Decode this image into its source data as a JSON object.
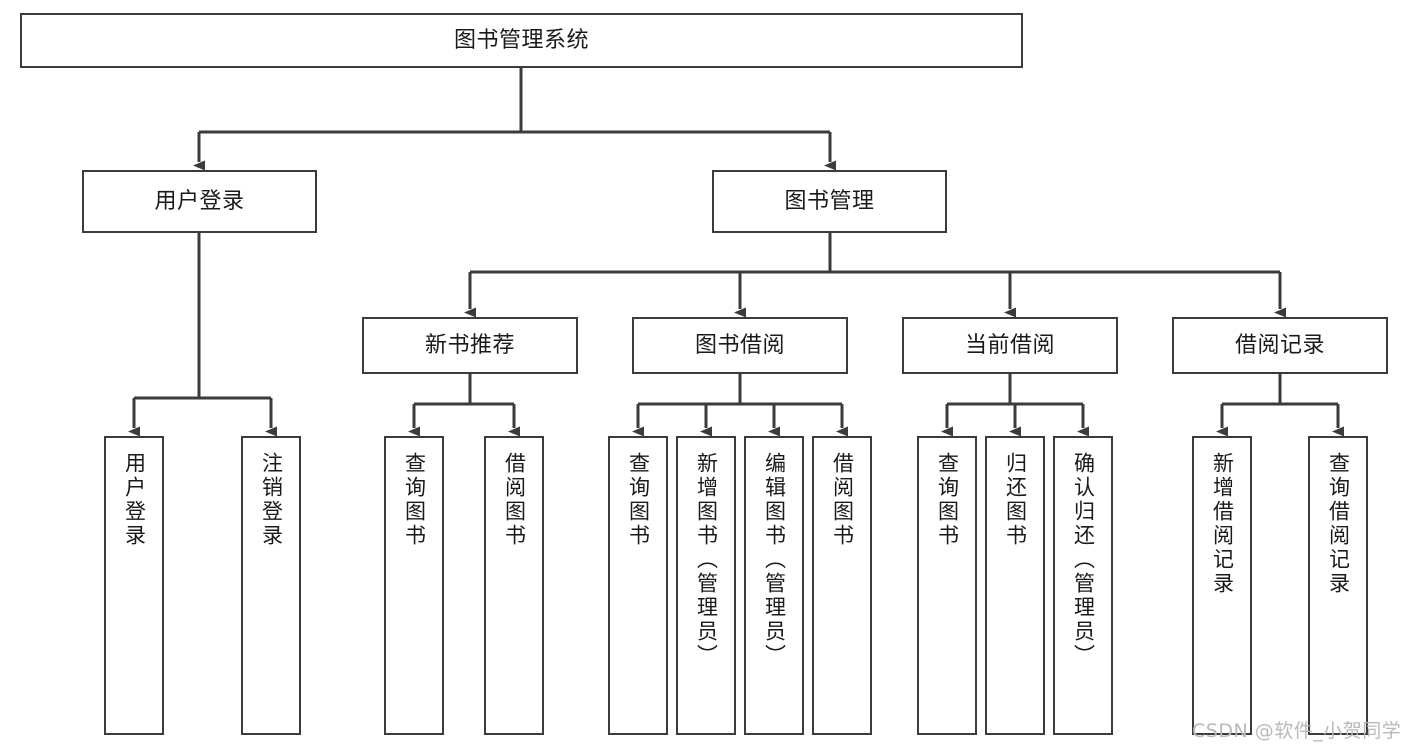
{
  "diagram": {
    "type": "hierarchy-tree",
    "title": "图书管理系统",
    "watermark": "CSDN @软件_小贺同学",
    "colors": {
      "box_border": "#3b3b3b",
      "box_fill": "#ffffff",
      "edge": "#3b3b3b",
      "text": "#1a1a1a",
      "watermark": "#b9b9b9",
      "background": "#ffffff"
    },
    "nodes": {
      "root": {
        "label": "图书管理系统"
      },
      "level2": [
        {
          "id": "user-login",
          "label": "用户登录"
        },
        {
          "id": "book-manage",
          "label": "图书管理"
        }
      ],
      "level3": [
        {
          "id": "new-book-rec",
          "label": "新书推荐"
        },
        {
          "id": "book-borrow",
          "label": "图书借阅"
        },
        {
          "id": "current-borrow",
          "label": "当前借阅"
        },
        {
          "id": "borrow-record",
          "label": "借阅记录"
        }
      ],
      "leaves": {
        "user_login": [
          {
            "id": "leaf-user-login",
            "label": "用户登录"
          },
          {
            "id": "leaf-logout",
            "label": "注销登录"
          }
        ],
        "new_book_rec": [
          {
            "id": "leaf-query-book-1",
            "label": "查询图书"
          },
          {
            "id": "leaf-borrow-book-1",
            "label": "借阅图书"
          }
        ],
        "book_borrow": [
          {
            "id": "leaf-query-book-2",
            "label": "查询图书"
          },
          {
            "id": "leaf-add-book",
            "label": "新增图书（管理员）"
          },
          {
            "id": "leaf-edit-book",
            "label": "编辑图书（管理员）"
          },
          {
            "id": "leaf-borrow-book-2",
            "label": "借阅图书"
          }
        ],
        "current_borrow": [
          {
            "id": "leaf-query-book-3",
            "label": "查询图书"
          },
          {
            "id": "leaf-return-book",
            "label": "归还图书"
          },
          {
            "id": "leaf-confirm-return",
            "label": "确认归还（管理员）"
          }
        ],
        "borrow_record": [
          {
            "id": "leaf-add-record",
            "label": "新增借阅记录"
          },
          {
            "id": "leaf-query-record",
            "label": "查询借阅记录"
          }
        ]
      }
    }
  }
}
